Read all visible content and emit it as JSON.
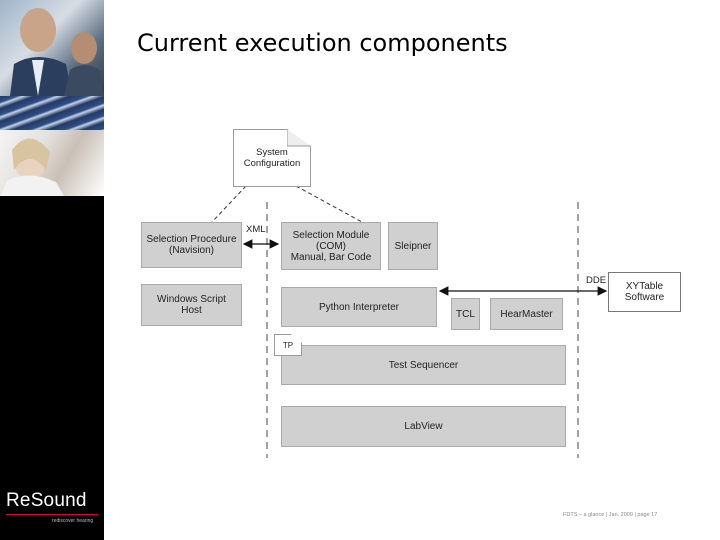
{
  "slide": {
    "title": "Current execution components",
    "footer": "FDTS – a glance | Jan. 2009 | page 17"
  },
  "brand": {
    "logo": "ReSound",
    "tagline": "rediscover hearing",
    "accent_color": "#c8102e"
  },
  "diagram": {
    "system_configuration": "System\nConfiguration",
    "selection_procedure": "Selection Procedure\n(Navision)",
    "selection_module": "Selection Module\n(COM)\nManual, Bar Code",
    "sleipner": "Sleipner",
    "windows_script_host": "Windows Script\nHost",
    "python_interpreter": "Python Interpreter",
    "tcl": "TCL",
    "hearmaster": "HearMaster",
    "test_sequencer": "Test Sequencer",
    "labview": "LabView",
    "xytable_software": "XYTable\nSoftware",
    "tp_label": "TP",
    "xml_label": "XML",
    "dde_label": "DDE"
  }
}
